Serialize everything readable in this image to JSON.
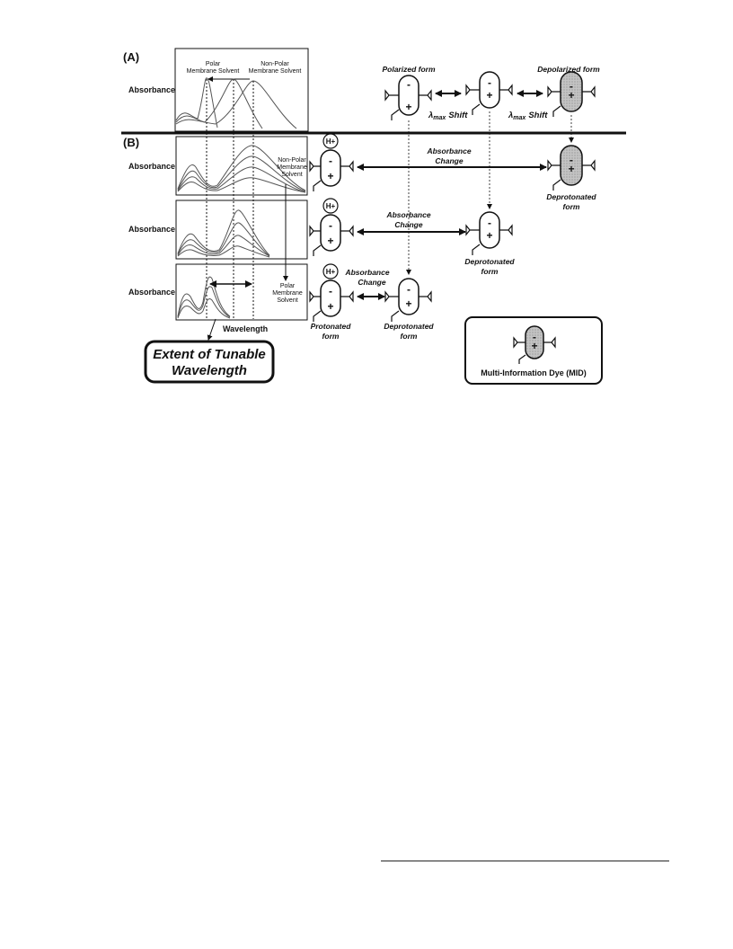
{
  "panels": {
    "a": "(A)",
    "b": "(B)"
  },
  "axis": {
    "ylabel": "Absorbance",
    "xlabel": "Wavelength"
  },
  "plot_a": {
    "polar": [
      "Polar",
      "Membrane Solvent"
    ],
    "nonpolar": [
      "Non-Polar",
      "Membrane Solvent"
    ]
  },
  "plot_b1_note": [
    "Non-Polar",
    "Membrane",
    "Solvent"
  ],
  "plot_b3_note": [
    "Polar",
    "Membrane",
    "Solvent"
  ],
  "forms": {
    "polarized": "Polarized form",
    "depolarized": "Depolarized form",
    "deprotonated": [
      "Deprotonated",
      "form"
    ],
    "protonated": [
      "Protonated",
      "form"
    ]
  },
  "shift_label": {
    "lambda": "λ",
    "sub": "max",
    "word": "Shift"
  },
  "absorbance_change": [
    "Absorbance",
    "Change"
  ],
  "proton": "H+",
  "callout": [
    "Extent of Tunable",
    "Wavelength"
  ],
  "legend": "Multi-Information Dye (MID)",
  "colors": {
    "ink": "#111111",
    "dye_fill": "#c4c4c4",
    "curve": "#555555"
  }
}
